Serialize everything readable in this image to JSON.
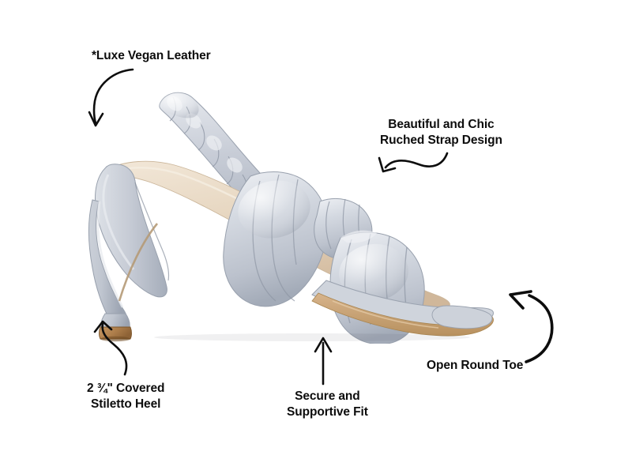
{
  "image": {
    "subject": "light blue-gray ruched strap stiletto heel sandal",
    "background_color": "#ffffff",
    "text_color": "#0d0d0d"
  },
  "product": {
    "name": "ruched-strap-stiletto-sandal",
    "colors": {
      "upper_light": "#d8dce3",
      "upper_mid": "#c3c8d2",
      "upper_shadow": "#a7aeba",
      "upper_deep_shadow": "#8f97a5",
      "upper_highlight": "#e9ecf1",
      "insole": "#e8d9c5",
      "insole_shadow": "#d2bda2",
      "sole_edge": "#c9a478",
      "heel_tip": "#b08050",
      "heel_tip_shadow": "#8d6236",
      "outline": "#9aa2af"
    }
  },
  "annotations": [
    {
      "id": "luxe-vegan-leather",
      "lines": [
        "*Luxe Vegan Leather"
      ],
      "arrow": "curved-arc-down-left",
      "align": "left"
    },
    {
      "id": "ruched-strap-design",
      "lines": [
        "Beautiful and Chic",
        "Ruched Strap Design"
      ],
      "arrow": "s-curve-left-down",
      "align": "center"
    },
    {
      "id": "covered-stiletto-heel",
      "lines": [
        "2 ¾\" Covered",
        "Stiletto Heel"
      ],
      "arrow": "s-curve-up-left",
      "align": "center"
    },
    {
      "id": "secure-supportive-fit",
      "lines": [
        "Secure and",
        "Supportive Fit"
      ],
      "arrow": "straight-up",
      "align": "center"
    },
    {
      "id": "open-round-toe",
      "lines": [
        "Open Round Toe"
      ],
      "arrow": "thick-arc-up-left",
      "align": "left"
    }
  ]
}
